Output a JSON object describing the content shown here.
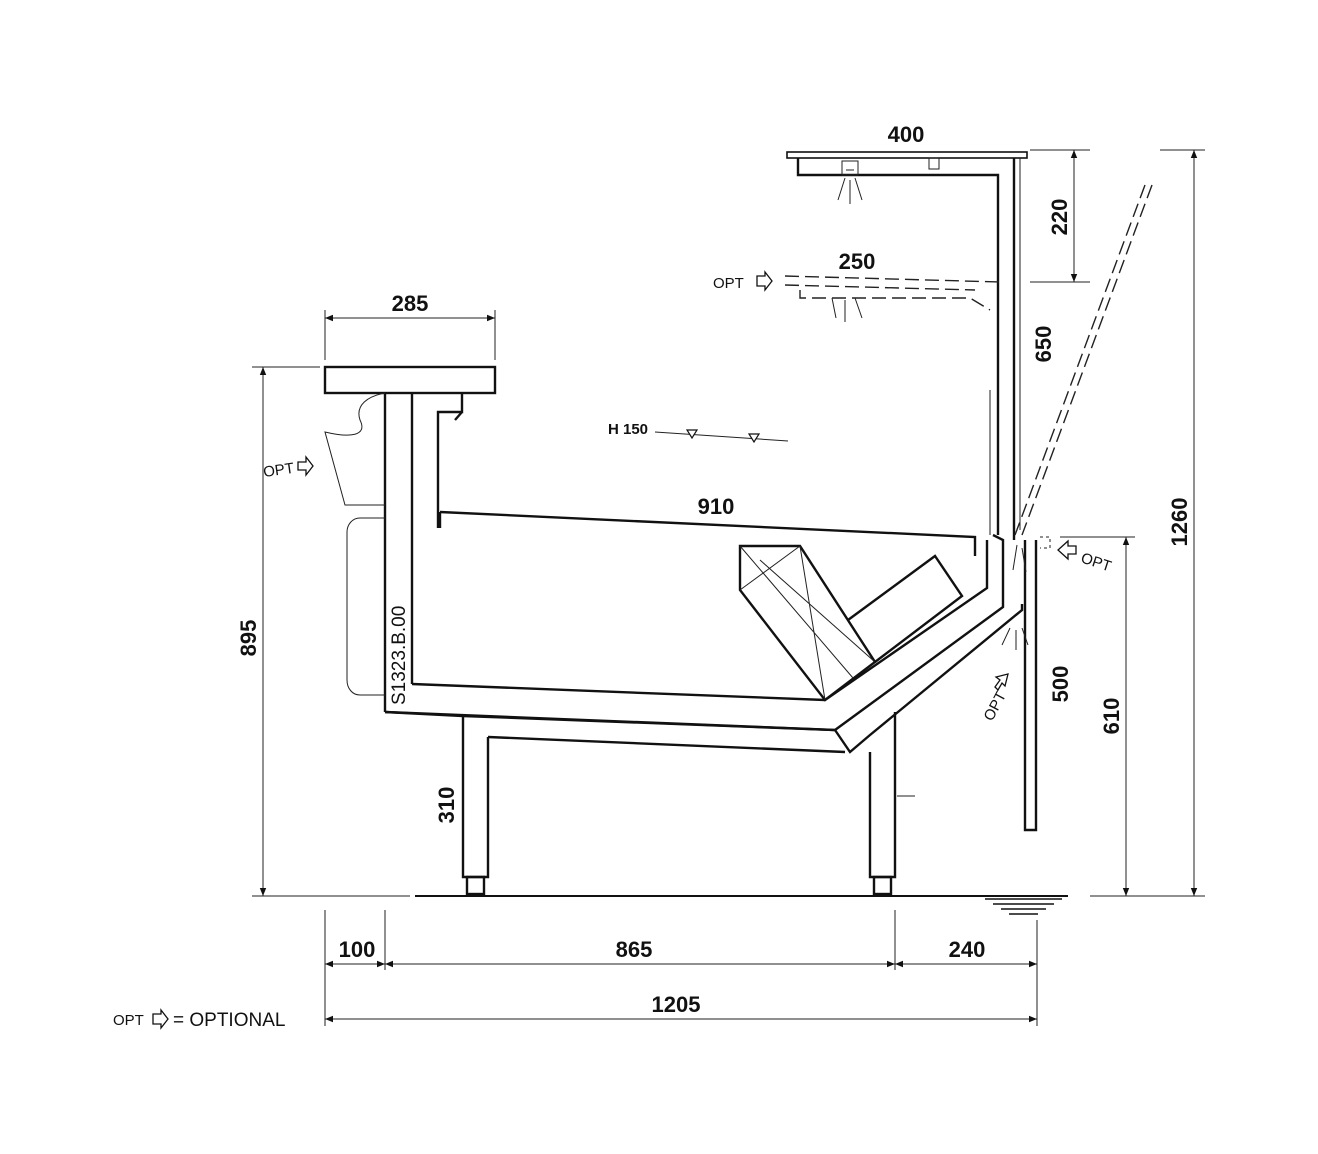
{
  "dimensions": {
    "top_canopy": "400",
    "canopy_height": "220",
    "optional_canopy": "250",
    "glass_height": "650",
    "top_shelf": "285",
    "shelf_height": "895",
    "water_level": "H 150",
    "tank_length": "910",
    "front_panel": "500",
    "front_height": "610",
    "total_height": "1260",
    "leg_height": "310",
    "left_overhang": "100",
    "base_width": "865",
    "right_overhang": "240",
    "total_width": "1205"
  },
  "labels": {
    "opt": "OPT",
    "model_code": "S1323.B.00",
    "legend_opt": "OPT",
    "legend_text": "= OPTIONAL"
  }
}
